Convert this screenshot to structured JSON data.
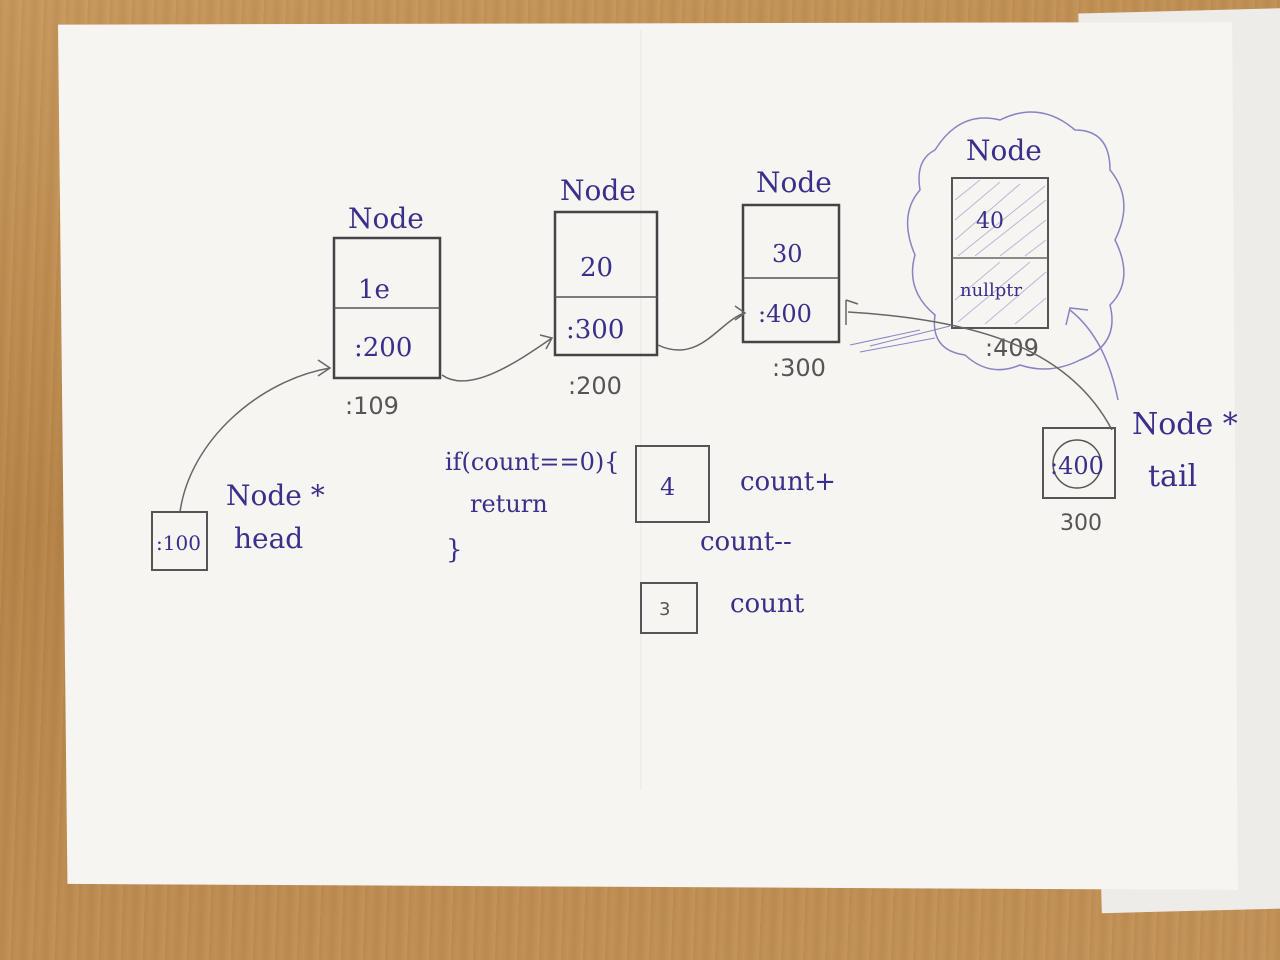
{
  "nodes": [
    {
      "title": "Node",
      "value": "1e",
      "next": ":200",
      "address": ":109"
    },
    {
      "title": "Node",
      "value": "20",
      "next": ":300",
      "address": ":200"
    },
    {
      "title": "Node",
      "value": "30",
      "next": ":400",
      "address": ":300"
    },
    {
      "title": "Node",
      "value": "40",
      "next": "nullptr",
      "address": ":409"
    }
  ],
  "head": {
    "value": ":100",
    "type": "Node *",
    "name": "head"
  },
  "tail": {
    "value": ":400",
    "type": "Node *",
    "name": "tail",
    "address": "300"
  },
  "code": {
    "line1": "if(count==0){",
    "line2": "return",
    "line3": "}"
  },
  "counter_before": {
    "value": "4",
    "label": "count+"
  },
  "decrement": "count--",
  "counter_after": {
    "value": "3",
    "label": "count"
  }
}
